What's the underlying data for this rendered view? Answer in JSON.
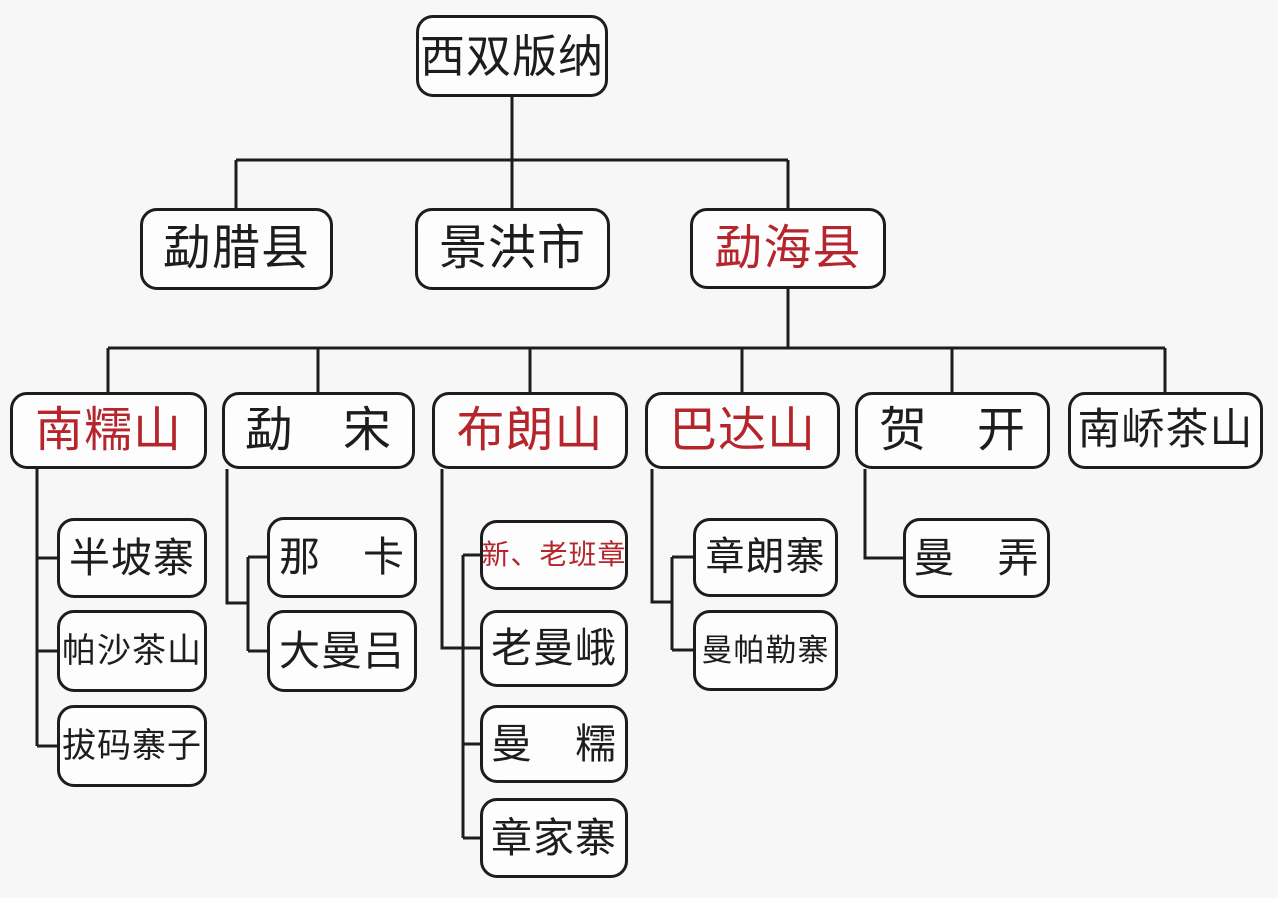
{
  "colors": {
    "red_text": "#b5262c",
    "black_text": "#1d1d1f",
    "line": "#1d1d1f",
    "background": "#f7f7f8",
    "box_background": "#fdfdfe"
  },
  "diagram": {
    "type": "org-tree",
    "subject": "西双版纳",
    "nodes": [
      {
        "id": "xishuangbanna",
        "label": "西双版纳",
        "emphasis": "black",
        "parent": null
      },
      {
        "id": "mengla-county",
        "label": "勐腊县",
        "emphasis": "black",
        "parent": "xishuangbanna"
      },
      {
        "id": "jinghong-city",
        "label": "景洪市",
        "emphasis": "black",
        "parent": "xishuangbanna"
      },
      {
        "id": "menghai-county",
        "label": "勐海县",
        "emphasis": "red",
        "parent": "xishuangbanna"
      },
      {
        "id": "nannuo-mountain",
        "label": "南糯山",
        "emphasis": "red",
        "parent": "menghai-county"
      },
      {
        "id": "mengsong",
        "label": "勐　宋",
        "emphasis": "black",
        "parent": "menghai-county"
      },
      {
        "id": "bulang-mountain",
        "label": "布朗山",
        "emphasis": "red",
        "parent": "menghai-county"
      },
      {
        "id": "bada-mountain",
        "label": "巴达山",
        "emphasis": "red",
        "parent": "menghai-county"
      },
      {
        "id": "hekai",
        "label": "贺　开",
        "emphasis": "black",
        "parent": "menghai-county"
      },
      {
        "id": "nanqiao-tea-mountain",
        "label": "南峤茶山",
        "emphasis": "black",
        "parent": "menghai-county"
      },
      {
        "id": "banpo-village",
        "label": "半坡寨",
        "emphasis": "black",
        "parent": "nannuo-mountain"
      },
      {
        "id": "pasha-tea-mountain",
        "label": "帕沙茶山",
        "emphasis": "black",
        "parent": "nannuo-mountain"
      },
      {
        "id": "bama-village",
        "label": "拔码寨子",
        "emphasis": "black",
        "parent": "nannuo-mountain"
      },
      {
        "id": "naka",
        "label": "那　卡",
        "emphasis": "black",
        "parent": "mengsong"
      },
      {
        "id": "damanlv",
        "label": "大曼吕",
        "emphasis": "black",
        "parent": "mengsong"
      },
      {
        "id": "new-old-banzhang",
        "label": "新、老班章",
        "emphasis": "red",
        "parent": "bulang-mountain"
      },
      {
        "id": "laomane",
        "label": "老曼峨",
        "emphasis": "black",
        "parent": "bulang-mountain"
      },
      {
        "id": "mannuo",
        "label": "曼　糯",
        "emphasis": "black",
        "parent": "bulang-mountain"
      },
      {
        "id": "zhangjia-village",
        "label": "章家寨",
        "emphasis": "black",
        "parent": "bulang-mountain"
      },
      {
        "id": "zhanglang-village",
        "label": "章朗寨",
        "emphasis": "black",
        "parent": "bada-mountain"
      },
      {
        "id": "manpale-village",
        "label": "曼帕勒寨",
        "emphasis": "black",
        "parent": "bada-mountain"
      },
      {
        "id": "mannong",
        "label": "曼　弄",
        "emphasis": "black",
        "parent": "hekai"
      }
    ]
  }
}
